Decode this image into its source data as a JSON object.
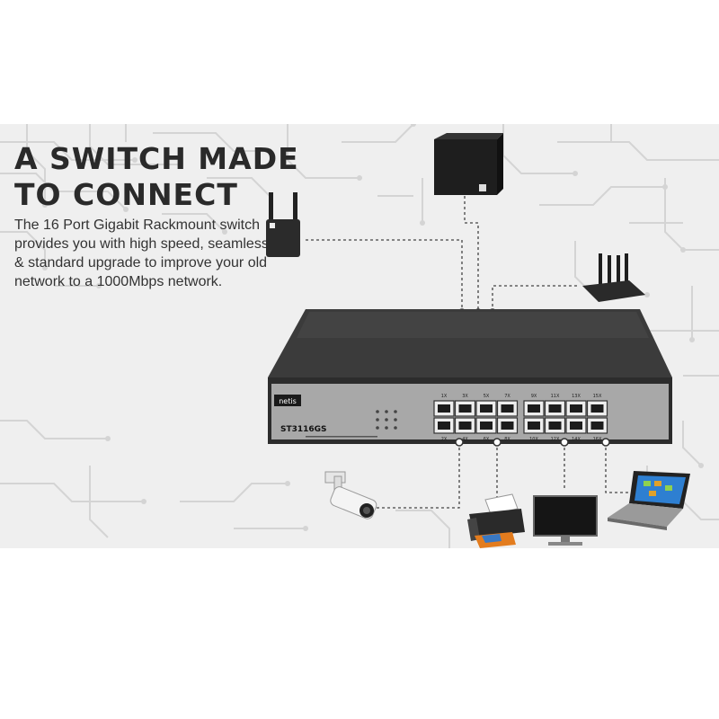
{
  "headline": {
    "line1": "A SWITCH MADE",
    "line2": "TO CONNECT"
  },
  "description": "The 16 Port Gigabit Rackmount switch provides you with high speed, seamless & standard upgrade to improve your old network to a 1000Mbps network.",
  "switch": {
    "brand": "netis",
    "model": "ST3116GS",
    "top_port_labels": [
      "1X",
      "3X",
      "5X",
      "7X",
      "9X",
      "11X",
      "13X",
      "15X"
    ],
    "bottom_port_labels": [
      "2X",
      "4X",
      "6X",
      "8X",
      "10X",
      "12X",
      "14X",
      "16X"
    ]
  },
  "colors": {
    "background": "#ffffff",
    "banner": "#efefef",
    "circuit": "#d6d6d6",
    "switch_body": "#303030",
    "switch_panel": "#a9a9a9",
    "headline": "#2a2a2a"
  },
  "devices": [
    "range-extender-icon",
    "subwoofer-icon",
    "router-icon",
    "ip-camera-icon",
    "printer-icon",
    "monitor-icon",
    "laptop-icon"
  ]
}
